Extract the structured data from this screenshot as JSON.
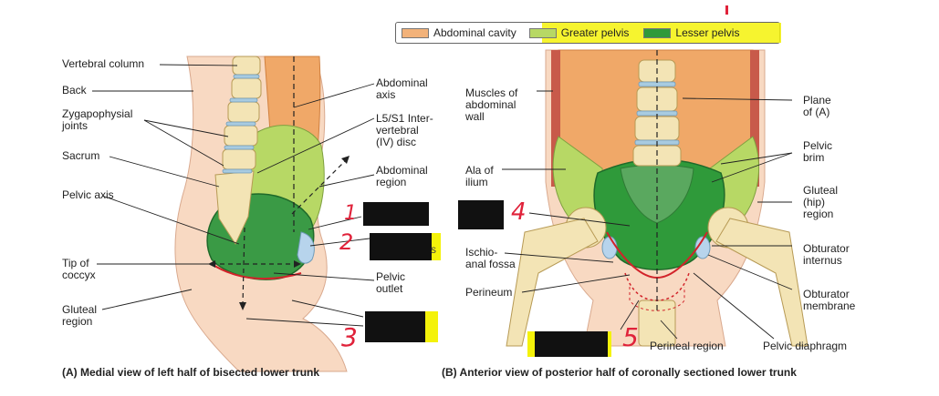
{
  "legend": {
    "items": [
      {
        "label": "Abdominal cavity",
        "color": "#f2b27a"
      },
      {
        "label": "Greater pelvis",
        "color": "#b7d865"
      },
      {
        "label": "Lesser pelvis",
        "color": "#2f9a3a"
      }
    ]
  },
  "panel_a": {
    "labels": {
      "vertebral_column": "Vertebral column",
      "back": "Back",
      "zygapophysial": "Zygapophysial\njoints",
      "sacrum": "Sacrum",
      "pelvic_axis": "Pelvic axis",
      "tip_coccyx": "Tip of\ncoccyx",
      "gluteal_region": "Gluteal\nregion",
      "abdominal_axis": "Abdominal\naxis",
      "l5s1": "L5/S1 Inter-\nvertebral\n(IV) disc",
      "abdominal_region": "Abdominal\nregion",
      "pelvic_outlet": "Pelvic\noutlet"
    },
    "caption": "(A) Medial view of left half of bisected lower trunk"
  },
  "panel_b": {
    "labels": {
      "muscles": "Muscles of\nabdominal\nwall",
      "ala": "Ala of\nilium",
      "ischio": "Ischio-\nanal fossa",
      "perineum": "Perineum",
      "plane": "Plane\nof (A)",
      "pelvic_brim": "Pelvic\nbrim",
      "gluteal_hip": "Gluteal\n(hip)\nregion",
      "obturator_internus": "Obturator\ninternus",
      "obturator_membrane": "Obturator\nmembrane",
      "perineal_region": "Perineal region",
      "pelvic_diaphragm": "Pelvic diaphragm"
    },
    "caption": "(B) Anterior view of posterior half of coronally sectioned lower trunk"
  },
  "handwritten": [
    "1",
    "2",
    "3",
    "4",
    "5"
  ],
  "partial_text": "s"
}
